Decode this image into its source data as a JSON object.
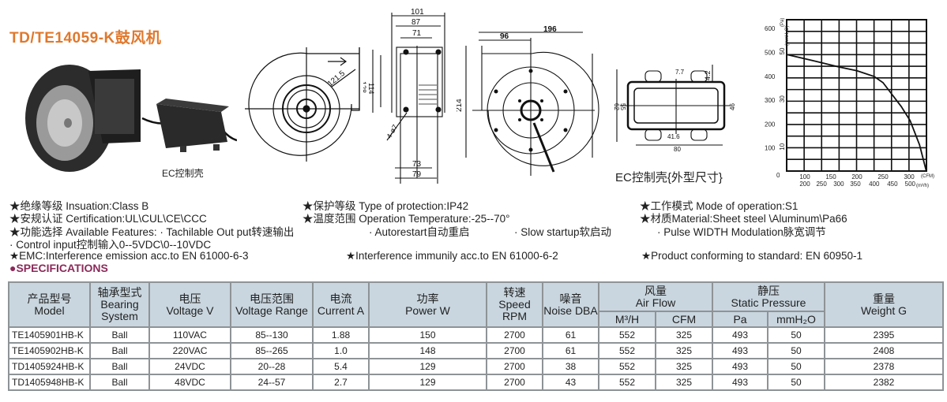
{
  "title": "TD/TE14059-K鼓风机",
  "photo_caption": "EC控制壳",
  "drawings": {
    "side_view": {
      "radius": "121.5"
    },
    "front_view": {
      "d101": "101",
      "d87": "87",
      "d71": "71",
      "d128": "128",
      "d114": "114",
      "holes": "4-ø7",
      "d73": "73",
      "d79": "79"
    },
    "rear_view": {
      "d196": "196",
      "d96": "96",
      "d214": "214"
    },
    "ec_box": {
      "d7_7": "7.7",
      "d4_2": "4.2",
      "d62": "62",
      "d55": "55",
      "d46": "46",
      "d41_6": "41.6",
      "d80": "80",
      "caption": "EC控制壳{外型尺寸}"
    }
  },
  "specs": {
    "insulation": "★绝缘等级 Insuation:Class B",
    "protection": "★保护等级 Type of protection:IP42",
    "mode": "★工作模式 Mode of operation:S1",
    "certification": "★安规认证 Certification:UL\\CUL\\CE\\CCC",
    "temperature": "★温度范围 Operation Temperature:-25--70°",
    "material": "★材质Material:Sheet steel  \\Aluminum\\Pa66",
    "features_label": "★功能选择 Available Features:  · Tachilable Out put转速输出",
    "feature_autorestart": "· Autorestart自动重启",
    "feature_slow": "· Slow startup软启动",
    "feature_pwm": "· Pulse WIDTH Modulation脉宽调节",
    "feature_control": "·  Control input控制输入0--5VDC\\0--10VDC",
    "emc": "★EMC:Interference emission acc.to EN 61000-6-3",
    "immunity": "★Interference immunily acc.to EN 61000-6-2",
    "standard": "★Product conforming to standard: EN 60950-1",
    "section_title": "●SPECIFICATIONS"
  },
  "table": {
    "headers": {
      "model": [
        "产品型号",
        "Model"
      ],
      "bearing": [
        "轴承型式",
        "Bearing",
        "System"
      ],
      "voltage": [
        "电压",
        "Voltage V"
      ],
      "range": [
        "电压范围",
        "Voltage Range"
      ],
      "current": [
        "电流",
        "Current A"
      ],
      "power": [
        "功率",
        "Power W"
      ],
      "speed": [
        "转速",
        "Speed RPM"
      ],
      "noise": [
        "噪音",
        "Noise DBA"
      ],
      "airflow": [
        "风量",
        "Air Flow"
      ],
      "pressure": [
        "静压",
        "Static Pressure"
      ],
      "weight": [
        "重量",
        "Weight G"
      ],
      "m3h": "M³/H",
      "cfm": "CFM",
      "pa": "Pa",
      "mmh2o": "mmH₂O"
    },
    "rows": [
      [
        "TE1405901HB-K",
        "Ball",
        "110VAC",
        "85--130",
        "1.88",
        "150",
        "2700",
        "61",
        "552",
        "325",
        "493",
        "50",
        "2395"
      ],
      [
        "TE1405902HB-K",
        "Ball",
        "220VAC",
        "85--265",
        "1.0",
        "148",
        "2700",
        "61",
        "552",
        "325",
        "493",
        "50",
        "2408"
      ],
      [
        "TD1405924HB-K",
        "Ball",
        "24VDC",
        "20--28",
        "5.4",
        "129",
        "2700",
        "38",
        "552",
        "325",
        "493",
        "50",
        "2378"
      ],
      [
        "TD1405948HB-K",
        "Ball",
        "48VDC",
        "24--57",
        "2.7",
        "129",
        "2700",
        "43",
        "552",
        "325",
        "493",
        "50",
        "2382"
      ]
    ]
  },
  "chart_data": {
    "type": "line",
    "title": "",
    "xlabel": "(CFM)",
    "xlabel2": "(m³/h)",
    "ylabel": "(Pa)",
    "ylabel2": "(mmH₂O)",
    "xlim": [
      65,
      333
    ],
    "ylim": [
      0,
      633
    ],
    "x_ticks": [
      "100",
      "150",
      "200",
      "250",
      "300"
    ],
    "x_tick_values": [
      100,
      150,
      200,
      250,
      300
    ],
    "x2_ticks": [
      "200",
      "250",
      "300",
      "350",
      "400",
      "450",
      "500"
    ],
    "x2_tick_values": [
      100,
      132,
      165,
      197,
      233,
      268,
      302
    ],
    "y_ticks": [
      "0",
      "100",
      "200",
      "300",
      "400",
      "500",
      "600"
    ],
    "y_tick_values": [
      0,
      100,
      200,
      300,
      400,
      500,
      600
    ],
    "y2_ticks": [
      "10",
      "30",
      "50"
    ],
    "y2_tick_values": [
      100,
      300,
      500
    ],
    "grid": true,
    "series": [
      {
        "name": "Static pressure",
        "x": [
          65,
          120,
          165,
          200,
          233,
          250,
          264,
          285,
          302,
          320,
          333
        ],
        "y": [
          488,
          460,
          436,
          420,
          396,
          370,
          330,
          270,
          211,
          110,
          0
        ]
      }
    ]
  }
}
